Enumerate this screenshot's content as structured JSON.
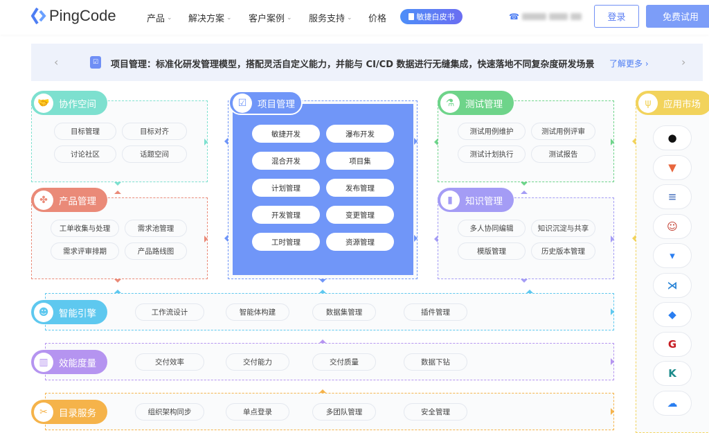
{
  "nav": {
    "logo": "PingCode",
    "menu": [
      {
        "label": "产品",
        "dropdown": true
      },
      {
        "label": "解决方案",
        "dropdown": true
      },
      {
        "label": "客户案例",
        "dropdown": true
      },
      {
        "label": "服务支持",
        "dropdown": true
      },
      {
        "label": "价格",
        "dropdown": false
      }
    ],
    "whitepaper": "敏捷白皮书",
    "login": "登录",
    "trial": "免费试用"
  },
  "banner": {
    "text": "项目管理：标准化研发管理模型，搭配灵活自定义能力，并能与 CI/CD 数据进行无缝集成，快速落地不同复杂度研发场景",
    "more": "了解更多 ›"
  },
  "modules": [
    {
      "id": "collab",
      "title": "协作空间",
      "color": "#7de0cf",
      "icon": "handshake-icon",
      "items": [
        "目标管理",
        "目标对齐",
        "讨论社区",
        "话题空间"
      ]
    },
    {
      "id": "product",
      "title": "产品管理",
      "color": "#ea8a78",
      "icon": "clover-icon",
      "items": [
        "工单收集与处理",
        "需求池管理",
        "需求评审排期",
        "产品路线图"
      ]
    },
    {
      "id": "project",
      "title": "项目管理",
      "color": "#7096f8",
      "icon": "checklist-icon",
      "items": [
        "敏捷开发",
        "瀑布开发",
        "混合开发",
        "项目集",
        "计划管理",
        "发布管理",
        "开发管理",
        "变更管理",
        "工时管理",
        "资源管理"
      ]
    },
    {
      "id": "test",
      "title": "测试管理",
      "color": "#6ed48a",
      "icon": "flask-icon",
      "items": [
        "测试用例维护",
        "测试用例评审",
        "测试计划执行",
        "测试报告"
      ]
    },
    {
      "id": "wiki",
      "title": "知识管理",
      "color": "#a49cf5",
      "icon": "book-icon",
      "items": [
        "多人协同编辑",
        "知识沉淀与共享",
        "模版管理",
        "历史版本管理"
      ]
    },
    {
      "id": "market",
      "title": "应用市场",
      "color": "#f2d35c",
      "icon": "app-store-icon",
      "apps": [
        {
          "name": "github-icon",
          "glyph": "●",
          "color": "#111"
        },
        {
          "name": "gitlab-icon",
          "glyph": "▼",
          "color": "#e8663d"
        },
        {
          "name": "zentao-icon",
          "glyph": "≡",
          "color": "#5a7fc4"
        },
        {
          "name": "jenkins-icon",
          "glyph": "☺",
          "color": "#c0392b"
        },
        {
          "name": "bitbucket-icon",
          "glyph": "▾",
          "color": "#2a7ef0"
        },
        {
          "name": "vscode-icon",
          "glyph": "⋊",
          "color": "#2a84d6"
        },
        {
          "name": "jira-icon",
          "glyph": "◆",
          "color": "#2a7ef0"
        },
        {
          "name": "gitee-icon",
          "glyph": "G",
          "color": "#c71d23"
        },
        {
          "name": "kanban-icon",
          "glyph": "K",
          "color": "#1a8a8a"
        },
        {
          "name": "cloud-icon",
          "glyph": "☁",
          "color": "#2a7ef0"
        }
      ]
    },
    {
      "id": "ai",
      "title": "智能引擎",
      "color": "#5ec8ef",
      "icon": "robot-icon",
      "items": [
        "工作流设计",
        "智能体构建",
        "数据集管理",
        "插件管理"
      ]
    },
    {
      "id": "metrics",
      "title": "效能度量",
      "color": "#b594f0",
      "icon": "chart-icon",
      "items": [
        "交付效率",
        "交付能力",
        "交付质量",
        "数据下钻"
      ]
    },
    {
      "id": "directory",
      "title": "目录服务",
      "color": "#f5b34a",
      "icon": "tools-icon",
      "items": [
        "组织架构同步",
        "单点登录",
        "多团队管理",
        "安全管理"
      ]
    }
  ]
}
